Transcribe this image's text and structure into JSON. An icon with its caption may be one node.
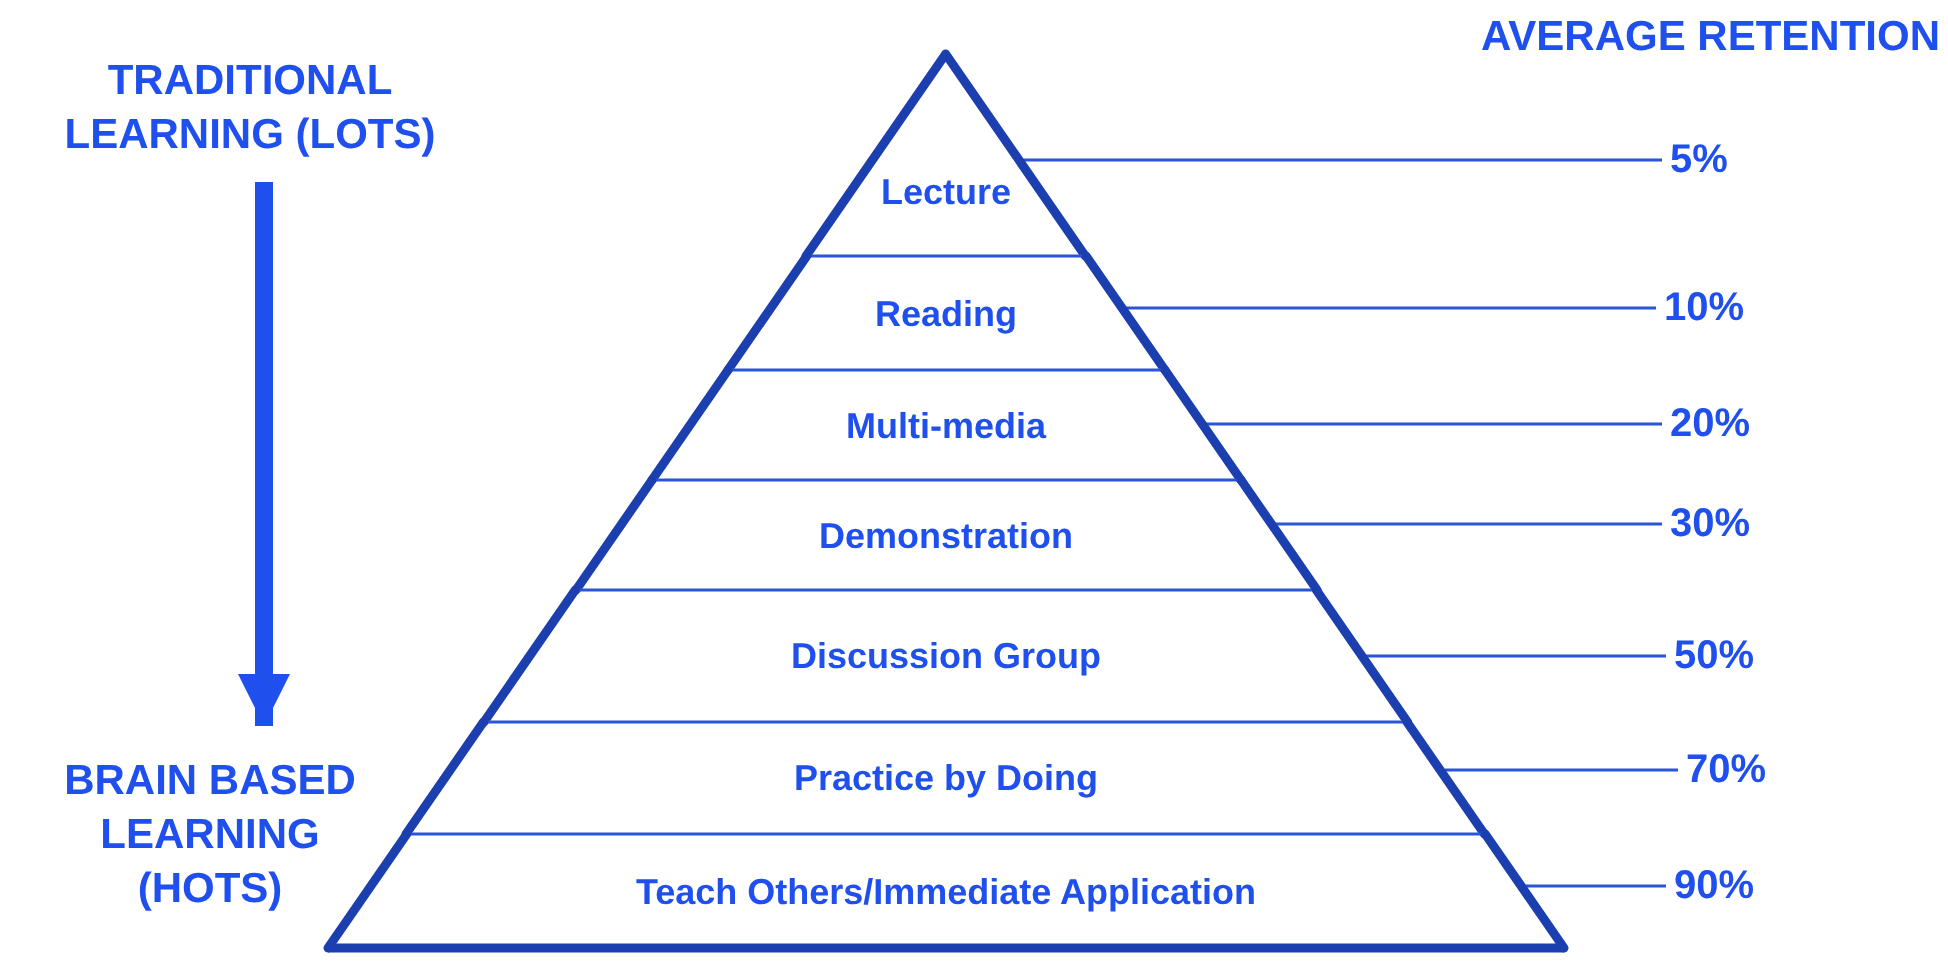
{
  "diagram": {
    "nodes": [
      {
        "text": [
          "TRADITIONAL LEARNING (LOTS)"
        ]
      },
      {
        "text": [
          "BRAIN BASED LEARNING (HOTS)"
        ]
      },
      {
        "text": [
          "Lecture"
        ]
      },
      {
        "text": [
          "Reading"
        ]
      },
      {
        "text": [
          "Multi-media"
        ]
      },
      {
        "text": [
          "Demonstration"
        ]
      },
      {
        "text": [
          "Discussion Group"
        ]
      },
      {
        "text": [
          "Practice by Doing"
        ]
      },
      {
        "text": [
          "Teach Others/Immediate Application"
        ]
      },
      {
        "text": [
          "5%"
        ]
      },
      {
        "text": [
          "10%"
        ]
      },
      {
        "text": [
          "20%"
        ]
      },
      {
        "text": [
          "30%"
        ]
      },
      {
        "text": [
          "50%"
        ]
      },
      {
        "text": [
          "70%"
        ]
      },
      {
        "text": [
          "90%"
        ]
      }
    ],
    "edges": [
      {
        "from": 0,
        "to": 1,
        "arrow": "to",
        "style": "thick"
      },
      {
        "from": 9,
        "to": 2,
        "arrow": "none"
      },
      {
        "from": 10,
        "to": 3,
        "arrow": "none"
      },
      {
        "from": 11,
        "to": 4,
        "arrow": "none"
      },
      {
        "from": 12,
        "to": 5,
        "arrow": "none"
      },
      {
        "from": 13,
        "to": 6,
        "arrow": "none"
      },
      {
        "from": 14,
        "to": 7,
        "arrow": "none"
      },
      {
        "from": 15,
        "to": 8,
        "arrow": "none"
      }
    ],
    "labels": [
      "AVERAGE RETENTION"
    ]
  }
}
